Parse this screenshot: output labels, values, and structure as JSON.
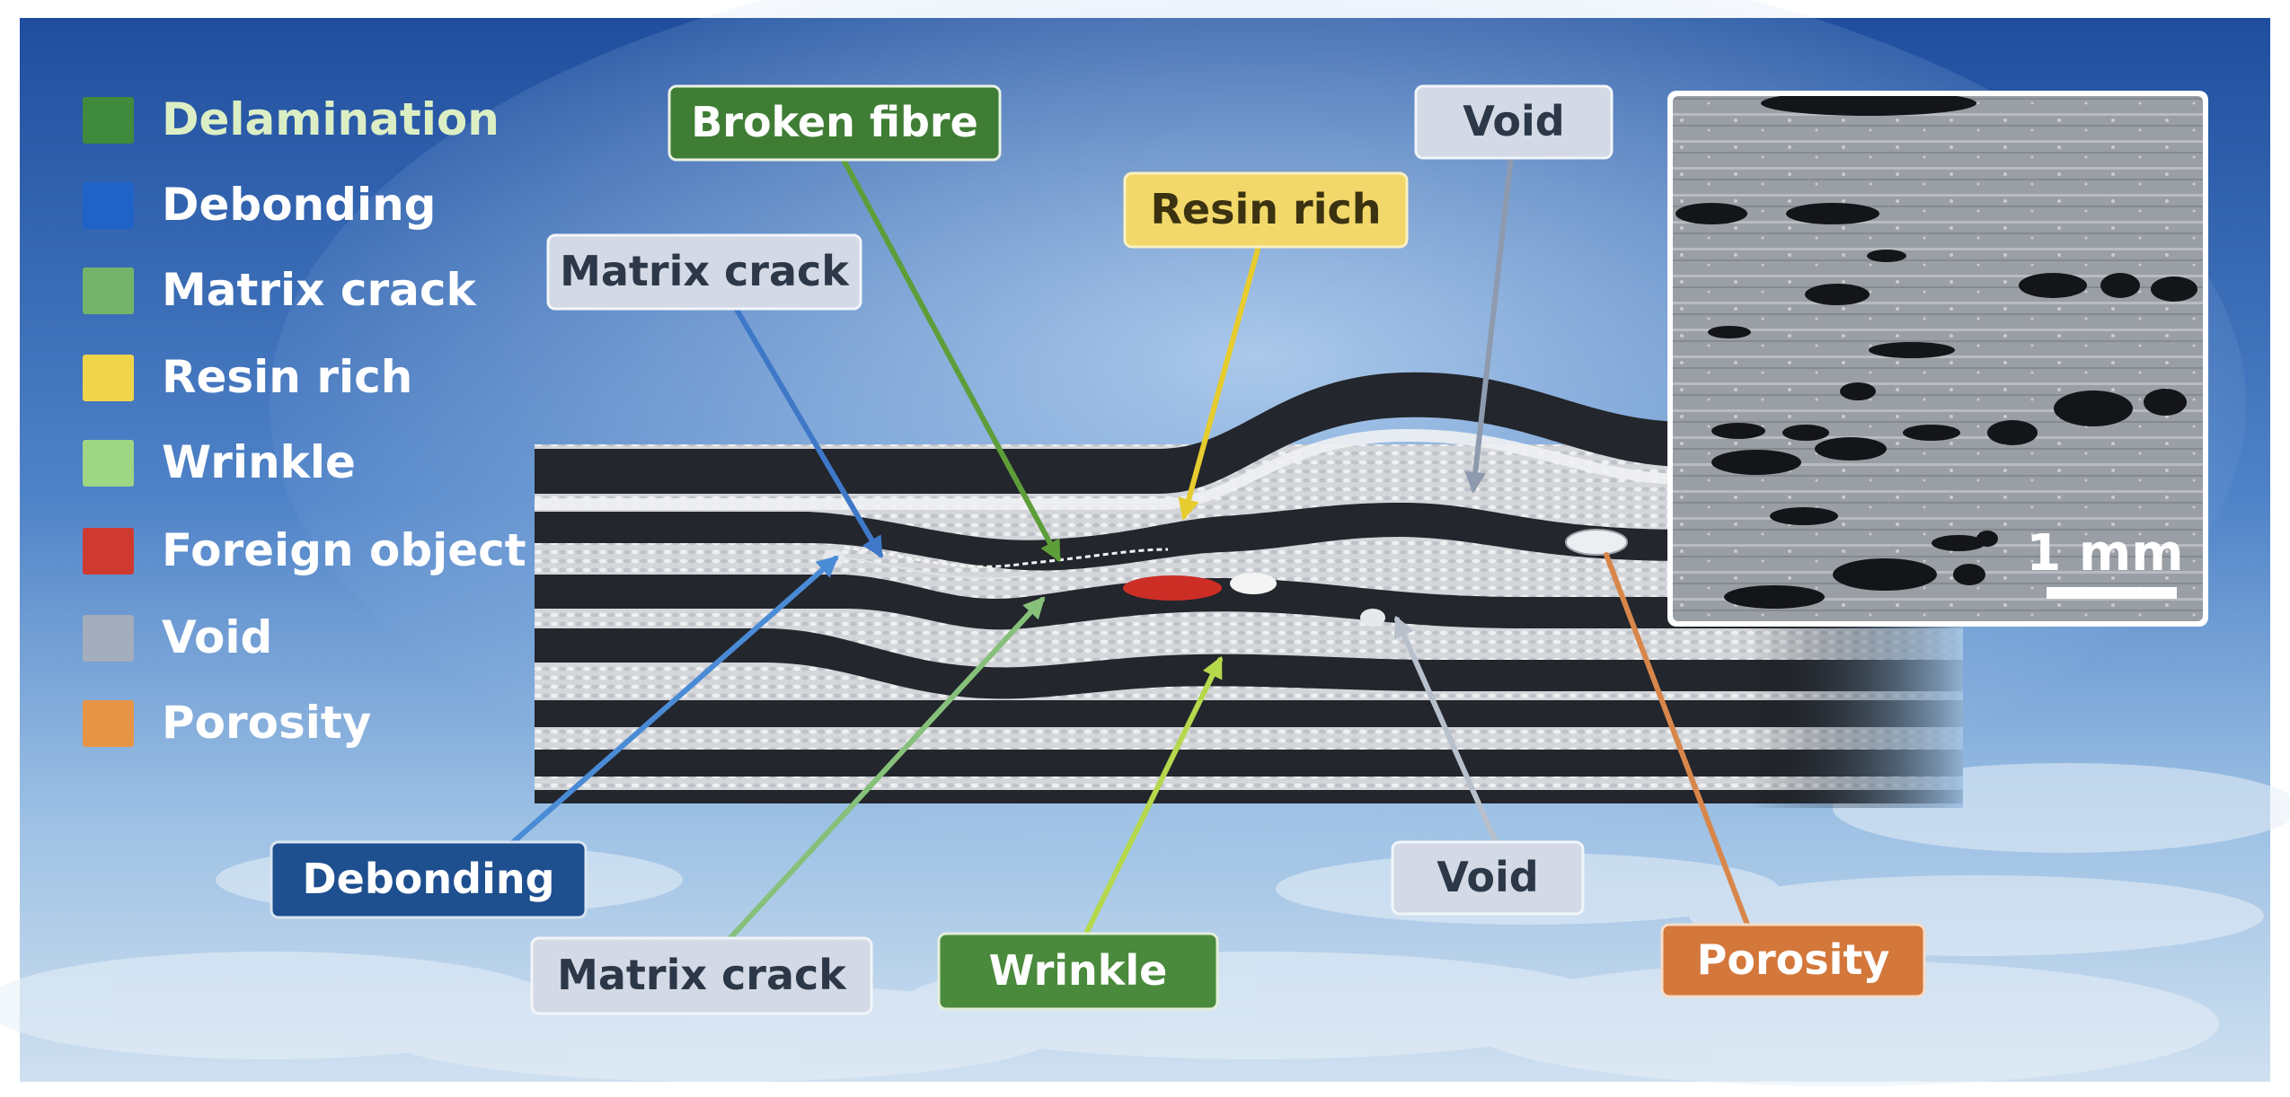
{
  "legend": [
    {
      "label": "Delamination",
      "color": "#3f8a3c",
      "text_color": "#dcefc4"
    },
    {
      "label": "Debonding",
      "color": "#1f63c9",
      "text_color": "#ffffff"
    },
    {
      "label": "Matrix crack",
      "color": "#74b46a",
      "text_color": "#ffffff"
    },
    {
      "label": "Resin rich",
      "color": "#f0d54a",
      "text_color": "#ffffff"
    },
    {
      "label": "Wrinkle",
      "color": "#9fd684",
      "text_color": "#ffffff"
    },
    {
      "label": "Foreign object",
      "color": "#cf3a30",
      "text_color": "#ffffff"
    },
    {
      "label": "Void",
      "color": "#a4adbd",
      "text_color": "#ffffff"
    },
    {
      "label": "Porosity",
      "color": "#e79447",
      "text_color": "#ffffff"
    }
  ],
  "callouts": [
    {
      "id": "broken-fibre",
      "label": "Broken fibre",
      "fill": "#3f7d35",
      "text_color": "#ffffff",
      "arrow_color": "#5e9e3a"
    },
    {
      "id": "matrix-crack-top",
      "label": "Matrix crack",
      "fill": "#d3dae6",
      "text_color": "#2c3748",
      "arrow_color": "#3f78c8"
    },
    {
      "id": "resin-rich",
      "label": "Resin rich",
      "fill": "#f2d86a",
      "text_color": "#3a3210",
      "arrow_color": "#e6cc2e"
    },
    {
      "id": "void-top",
      "label": "Void",
      "fill": "#d3dae6",
      "text_color": "#2c3748",
      "arrow_color": "#8e9aae"
    },
    {
      "id": "debonding",
      "label": "Debonding",
      "fill": "#1e4f8f",
      "text_color": "#ffffff",
      "arrow_color": "#4a8bd6"
    },
    {
      "id": "matrix-crack-bottom",
      "label": "Matrix crack",
      "fill": "#d3dae6",
      "text_color": "#2c3748",
      "arrow_color": "#86c07a"
    },
    {
      "id": "wrinkle",
      "label": "Wrinkle",
      "fill": "#4a8a3c",
      "text_color": "#ffffff",
      "arrow_color": "#b5d84c"
    },
    {
      "id": "void-bottom",
      "label": "Void",
      "fill": "#d3dae6",
      "text_color": "#2c3748",
      "arrow_color": "#b8c0cc"
    },
    {
      "id": "porosity",
      "label": "Porosity",
      "fill": "#d3773b",
      "text_color": "#ffffff",
      "arrow_color": "#d8864a"
    }
  ],
  "inset": {
    "scale_label": "1 mm"
  },
  "colors": {
    "sky_top": "#2a5aa8",
    "sky_bottom": "#bfd6ec",
    "ply_dark": "#23262c",
    "ply_light": "#d9dbdf",
    "foreign_object": "#cc2e25"
  }
}
